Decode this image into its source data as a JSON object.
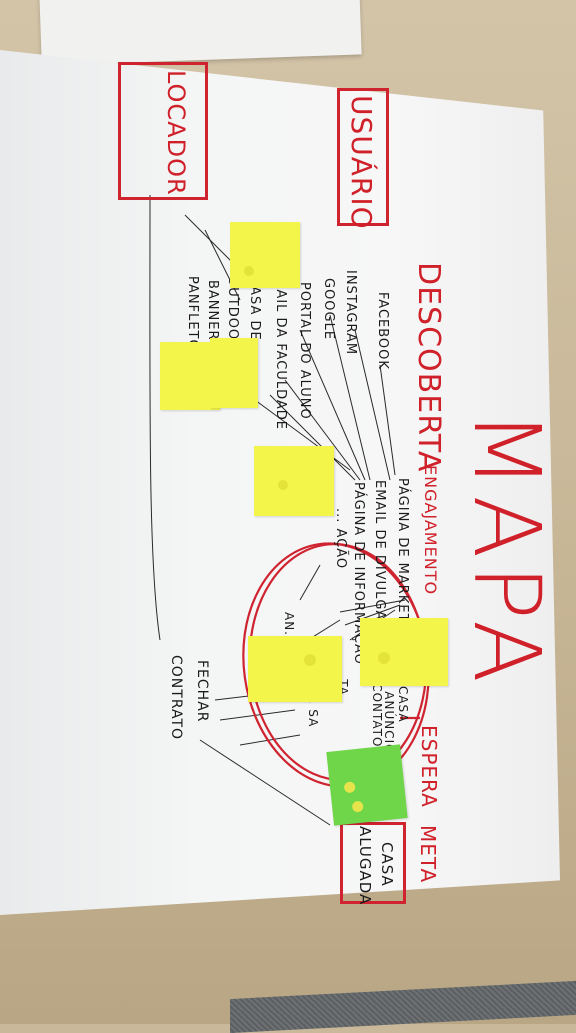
{
  "title": "MAPA",
  "personas": {
    "locador": "LOCADOR",
    "usuario": "USUÁRIO"
  },
  "phases": {
    "descoberta": "DESCOBERTA",
    "engajamento": "ENGAJAMENTO",
    "espera": "ESPERA",
    "meta": "META"
  },
  "descoberta_items": [
    "FACEBOOK",
    "INSTAGRAM",
    "GOOGLE",
    "PORTAL DO ALUNO",
    "EMAIL DA FACULDADE",
    "CASA DE ...",
    "OUTDOOR",
    "BANNER",
    "PANFLETO"
  ],
  "engajamento_items": [
    "PÁGINA DE MARKETING",
    "EMAIL DE DIVULGAÇÃO",
    "PÁGINA DE INFORMAÇÃO",
    "... AÇÃO",
    "... UM CONTATO",
    "... JR CASA",
    "... ANÚNCIO",
    "... TA",
    "... SA",
    "AN..."
  ],
  "locador_steps": [
    "FECHAR",
    "CONTRATO"
  ],
  "meta_items": [
    "CASA",
    "ALUGADA"
  ],
  "colors": {
    "marker_red": "#d0202a",
    "sticky_yellow": "#f4f54a",
    "sticky_green": "#6fd64a",
    "marker_black": "#1b1b1b"
  }
}
